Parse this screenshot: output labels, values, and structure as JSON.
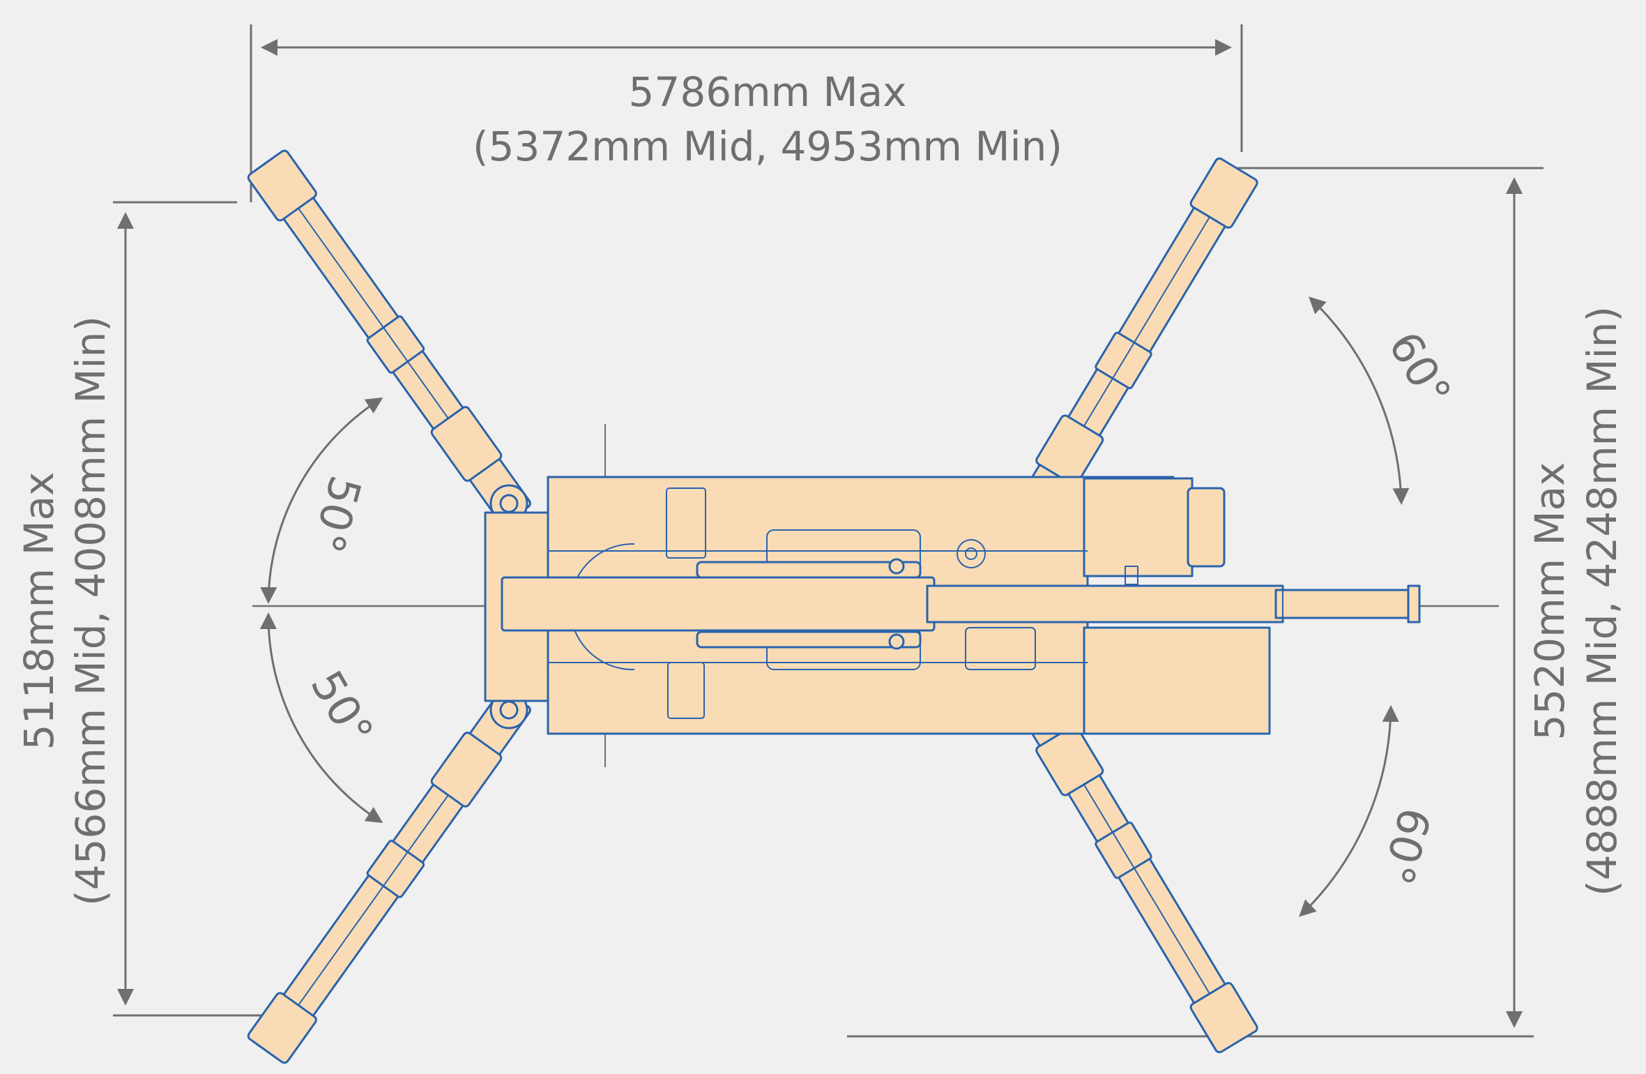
{
  "dimensions": {
    "width": {
      "max": "5786mm Max",
      "detail": "(5372mm Mid, 4953mm Min)"
    },
    "left_height": {
      "max": "5118mm Max",
      "detail": "(4566mm Mid, 4008mm Min)"
    },
    "right_height": {
      "max": "5520mm Max",
      "detail": "(4888mm Mid, 4248mm Min)"
    }
  },
  "angles": {
    "upper_left": "50°",
    "lower_left": "50°",
    "upper_right": "60°",
    "lower_right": "60°"
  },
  "colors": {
    "background": "#f0f0f1",
    "machine_fill": "#f9dcb5",
    "machine_outline": "#2a63ad",
    "dimension": "#6f6f6f"
  }
}
